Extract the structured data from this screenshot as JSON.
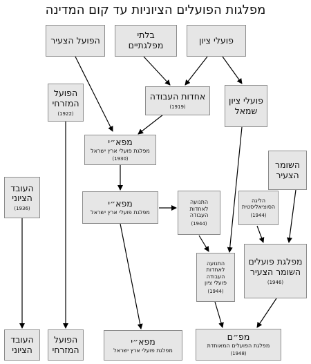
{
  "title": "מפלגות הפועלים הציוניות עד קום המדינה",
  "nodes": {
    "hapoel_hatzair": {
      "lines": [
        "הפועל הצעיר"
      ]
    },
    "bilti": {
      "lines": [
        "בלתי",
        "מפלגתיים"
      ]
    },
    "poalei_zion": {
      "lines": [
        "פועלי ציון"
      ]
    },
    "hapoel_hamizrahi": {
      "lines": [
        "הפועל",
        "המזרחי"
      ],
      "year": "(1922)"
    },
    "ahdut_haavoda": {
      "lines": [
        "אחדות העבודה"
      ],
      "year": "(1919)"
    },
    "poalei_zion_left": {
      "lines": [
        "פועלי ציון",
        "שמאל"
      ]
    },
    "mapai_1930": {
      "lines": [
        "מפא״י"
      ],
      "sub": "מפלגת פועלי ארץ ישראל",
      "year": "(1930)"
    },
    "hashomer_hatzair": {
      "lines": [
        "השומר",
        "הצעיר"
      ]
    },
    "haoved_hatzioni": {
      "lines": [
        "העובד",
        "הציוני"
      ],
      "year": "(1936)"
    },
    "mapai_mid": {
      "lines": [
        "מפא״י"
      ],
      "sub": "מפלגת פועלי ארץ ישראל"
    },
    "tnua_ahdut": {
      "lines": [
        "התנועה",
        "לאחדות",
        "העבודה"
      ],
      "year": "(1944)"
    },
    "socialist_league": {
      "lines": [
        "הליגה",
        "הסוציאליסטית"
      ],
      "year": "(1944)"
    },
    "tnua_ahdut_pz": {
      "lines": [
        "התנועה",
        "לאחדות",
        "העבודה",
        "פועלי ציון"
      ],
      "year": "(1944)"
    },
    "mifleget_hashomer": {
      "lines": [
        "מפלגת פועלים",
        "השומר הצעיר"
      ],
      "year": "(1946)"
    },
    "haoved_bottom": {
      "lines": [
        "העובד",
        "הציוני"
      ]
    },
    "hapoel_mizrahi_bottom": {
      "lines": [
        "הפועל",
        "המזרחי"
      ]
    },
    "mapai_bottom": {
      "lines": [
        "מפא״י"
      ],
      "sub": "מפלגת פועלי ארץ ישראל"
    },
    "mapam": {
      "lines": [
        "מפ״ם"
      ],
      "sub": "מפלגת הפועלים המאוחדת",
      "year": "(1948)"
    }
  }
}
